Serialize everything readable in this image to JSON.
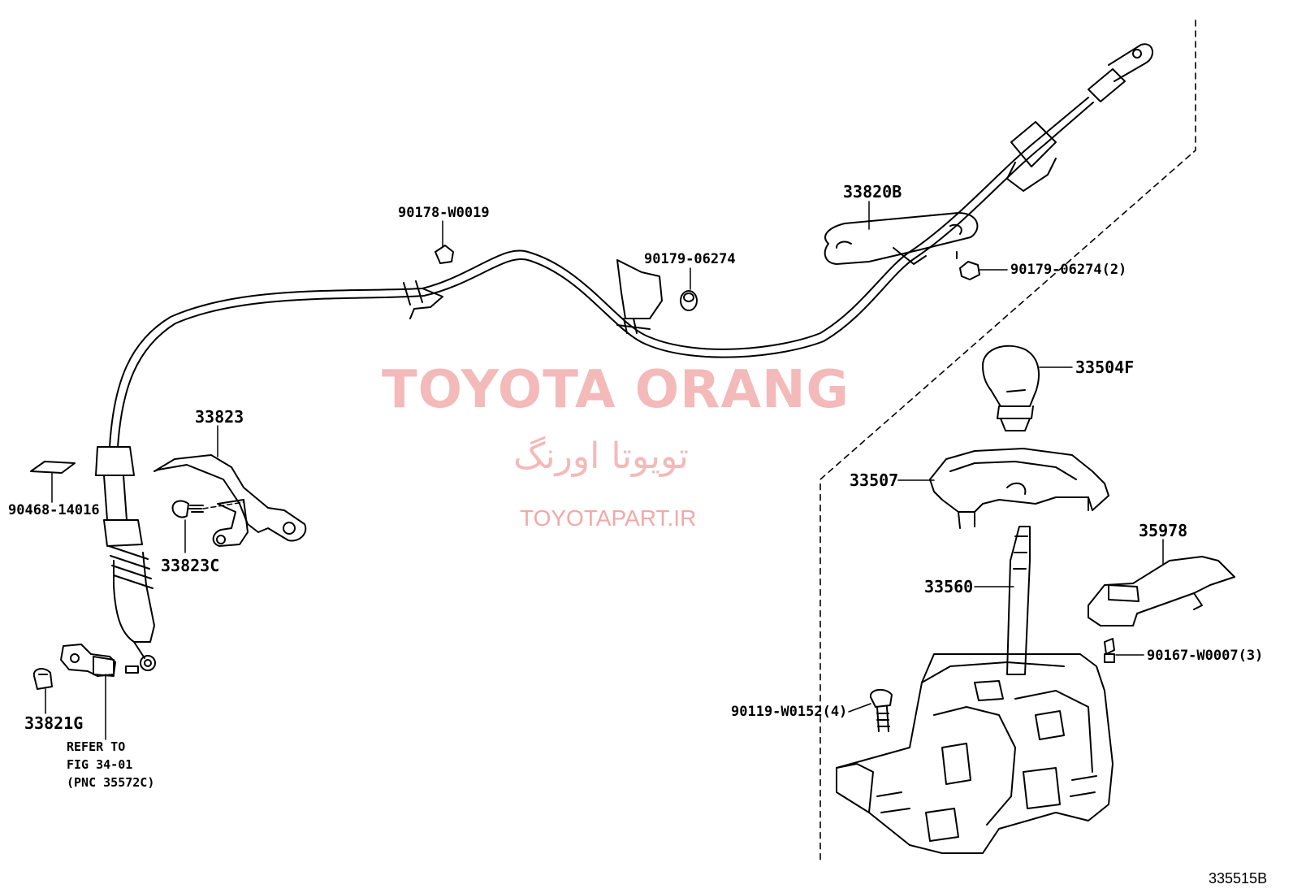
{
  "watermark": {
    "title": "TOYOTA ORANG",
    "persian": "تویوتا اورنگ",
    "site": "TOYOTAPART.IR"
  },
  "figure_id": "335515B",
  "parts": {
    "p90178": "90178-W0019",
    "p90179a": "90179-06274",
    "p33820b": "33820B",
    "p90179b": "90179-06274(2)",
    "p33504f": "33504F",
    "p33823": "33823",
    "p90468": "90468-14016",
    "p33823c": "33823C",
    "p33821g": "33821G",
    "p33507": "33507",
    "p35978": "35978",
    "p33560": "33560",
    "p90167": "90167-W0007(3)",
    "p90119": "90119-W0152(4)"
  },
  "refer_note": {
    "line1": "REFER TO",
    "line2": "FIG 34-01",
    "line3": "(PNC 35572C)"
  }
}
